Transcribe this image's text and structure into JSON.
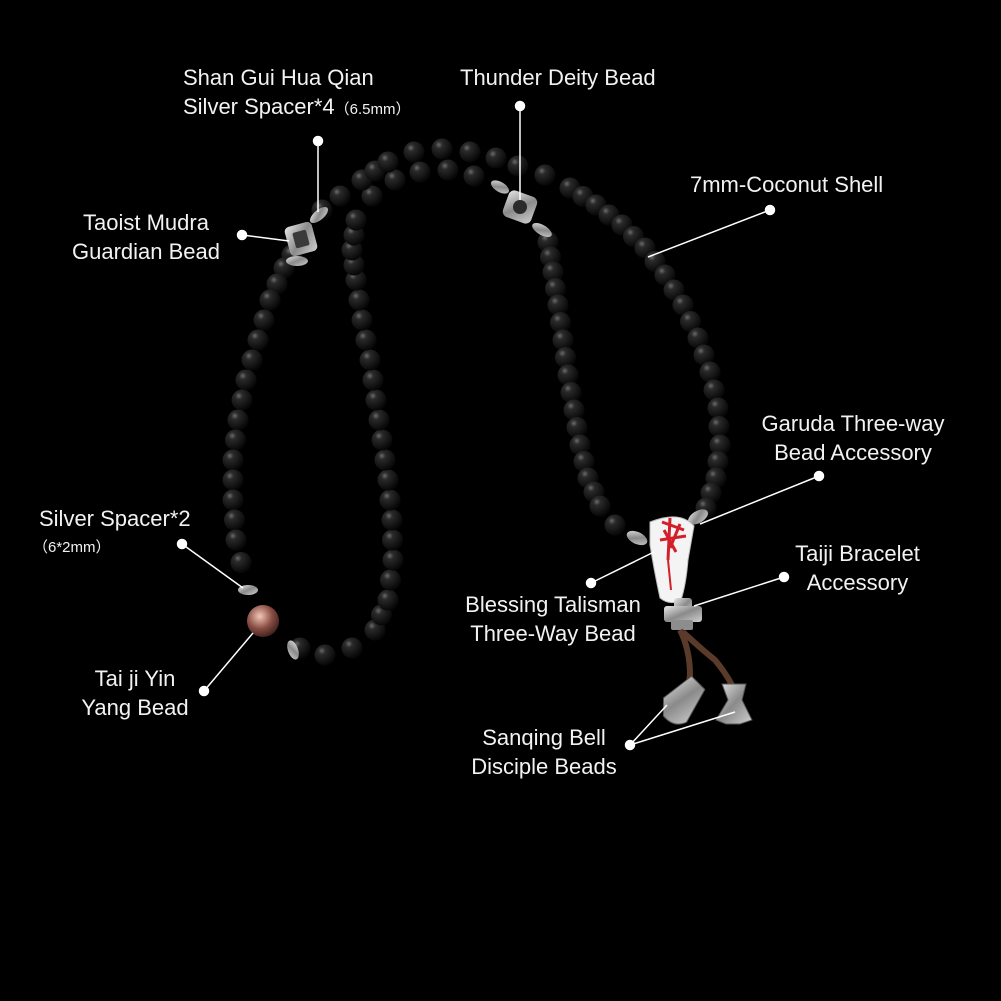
{
  "labels": {
    "shan_gui": {
      "line1": "Shan Gui Hua Qian",
      "line2": "Silver Spacer*4",
      "note": "（6.5mm）"
    },
    "thunder": {
      "line1": "Thunder Deity Bead"
    },
    "coconut": {
      "line1": "7mm-Coconut Shell"
    },
    "taoist": {
      "line1": "Taoist Mudra",
      "line2": "Guardian Bead"
    },
    "garuda": {
      "line1": "Garuda Three-way",
      "line2": "Bead Accessory"
    },
    "silver2": {
      "line1": "Silver Spacer*2",
      "note": "（6*2mm）"
    },
    "taiji_bracelet": {
      "line1": "Taiji Bracelet",
      "line2": "Accessory"
    },
    "blessing": {
      "line1": "Blessing Talisman",
      "line2": "Three-Way Bead"
    },
    "taiji_yin": {
      "line1": "Tai ji Yin",
      "line2": "Yang Bead"
    },
    "sanqing": {
      "line1": "Sanqing Bell",
      "line2": "Disciple Beads"
    }
  },
  "colors": {
    "background": "#000000",
    "bead": "#161616",
    "silver": "#b9b9b9",
    "text": "#f2f2f2",
    "leader": "#ffffff"
  }
}
